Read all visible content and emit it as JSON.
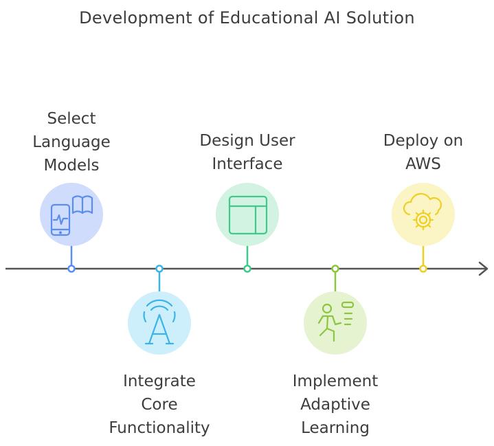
{
  "title": "Development of Educational AI Solution",
  "steps": [
    {
      "label": "Select\nLanguage\nModels",
      "icon": "phone-book-icon",
      "color": "#5b8def",
      "fill": "#cfdcfb"
    },
    {
      "label": "Integrate\nCore\nFunctionality",
      "icon": "ai-letter-icon",
      "color": "#3bb3e6",
      "fill": "#cdeffb"
    },
    {
      "label": "Design User\nInterface",
      "icon": "layout-icon",
      "color": "#3fc98a",
      "fill": "#d3f3e2"
    },
    {
      "label": "Implement\nAdaptive\nLearning",
      "icon": "running-person-icon",
      "color": "#8cc63f",
      "fill": "#e5f3d1"
    },
    {
      "label": "Deploy on\nAWS",
      "icon": "cloud-gear-icon",
      "color": "#f0cf23",
      "fill": "#fbf4c5"
    }
  ]
}
